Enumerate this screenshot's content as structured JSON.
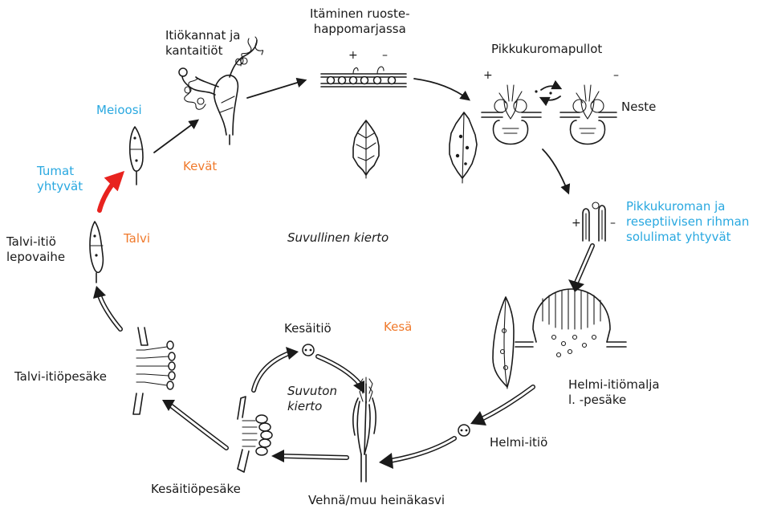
{
  "labels": {
    "spores_and_basidia": [
      "Itiökannat ja",
      "kantaitiöt"
    ],
    "germination": [
      "Itäminen ruoste-",
      "happomarjassa"
    ],
    "pycnia": "Pikkukuromapullot",
    "fluid": "Neste",
    "meiosis": "Meioosi",
    "spring": "Kevät",
    "nuclei_fuse": [
      "Tumat",
      "yhtyvät"
    ],
    "winter": "Talvi",
    "teliospore": [
      "Talvi-itiö",
      "lepovaihe"
    ],
    "sexual_cycle": "Suvullinen kierto",
    "fusion": [
      "Pikkukuroman ja",
      "reseptiivisen rihman",
      "solulimat yhtyvät"
    ],
    "aecium": [
      "Helmi-itiömalja",
      "l. -pesäke"
    ],
    "aeciospore": "Helmi-itiö",
    "summer": "Kesä",
    "urediniospore": "Kesäitiö",
    "asexual_cycle": [
      "Suvuton",
      "kierto"
    ],
    "telium": "Talvi-itiöpesäke",
    "uredinium": "Kesäitiöpesäke",
    "host": "Vehnä/muu heinäkasvi"
  },
  "signs": {
    "plus": "+",
    "minus": "–"
  },
  "colors": {
    "text": "#1a1a1a",
    "blue_text": "#29a8e0",
    "orange_text": "#f07a2c",
    "red_arrow": "#e8231f"
  },
  "icons": [
    "basidium-drawing",
    "leaf-drawing",
    "pycnium-drawing",
    "aecium-drawing",
    "wheat-drawing",
    "spore-drawing",
    "sorus-drawing"
  ]
}
